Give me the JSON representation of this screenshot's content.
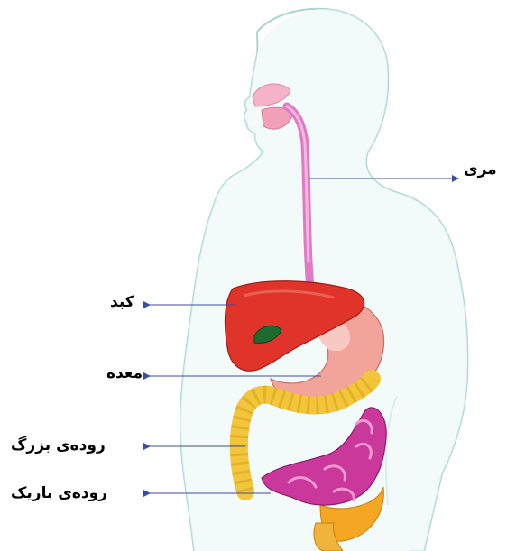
{
  "labels": {
    "esophagus": "مری",
    "liver": "کبد",
    "stomach": "معده",
    "large_intestine": "روده‌ی بزرگ",
    "small_intestine": "روده‌ی باریک"
  },
  "colors": {
    "outline": "#a9d6d2",
    "body_fill": "#eaf6f6",
    "pointer": "#3a4ea3",
    "esophagus": "#e07ac4",
    "liver": "#e0332a",
    "stomach": "#f2a39a",
    "large_intestine": "#f2c53a",
    "small_intestine": "#c9389a",
    "rectum": "#f5a623"
  }
}
